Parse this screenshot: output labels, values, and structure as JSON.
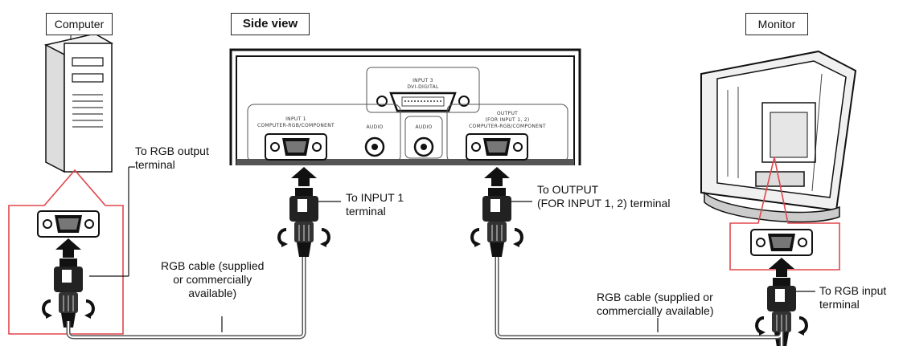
{
  "labels": {
    "computer": "Computer",
    "side_view": "Side view",
    "monitor": "Monitor",
    "rgb_output_line1": "To RGB output",
    "rgb_output_line2": "terminal",
    "input1_line1": "To INPUT 1",
    "input1_line2": "terminal",
    "output_line1": "To OUTPUT",
    "output_line2": "(FOR INPUT 1, 2) terminal",
    "rgb_input_line1": "To RGB input",
    "rgb_input_line2": "terminal",
    "cable_left_line1": "RGB cable (supplied",
    "cable_left_line2": "or commercially",
    "cable_left_line3": "available)",
    "cable_right_line1": "RGB cable (supplied or",
    "cable_right_line2": "commercially available)"
  },
  "panel": {
    "input3": "INPUT 3",
    "input3_sub": "DVI-DIGITAL",
    "input1": "INPUT 1",
    "input1_sub": "COMPUTER-RGB/COMPONENT",
    "audio": "AUDIO",
    "output": "OUTPUT",
    "output_sub1": "(FOR INPUT 1, 2)",
    "output_sub2": "COMPUTER-RGB/COMPONENT"
  },
  "colors": {
    "highlight": "#e0474c",
    "ink": "#111111",
    "cable": "#555555"
  }
}
